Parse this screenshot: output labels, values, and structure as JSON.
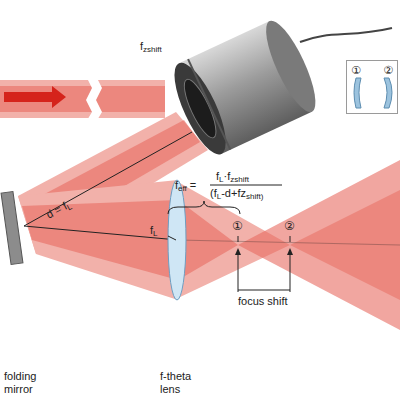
{
  "diagram": {
    "nodes": [
      {
        "text": [
          "①",
          "②"
        ]
      }
    ],
    "labels": [
      "fzshift",
      "d = fL",
      "feff =",
      "fL·fzshift",
      "(fL-d+fzshift)",
      "fL",
      "①",
      "②",
      "focus shift",
      "folding mirror",
      "f-theta lens"
    ]
  }
}
